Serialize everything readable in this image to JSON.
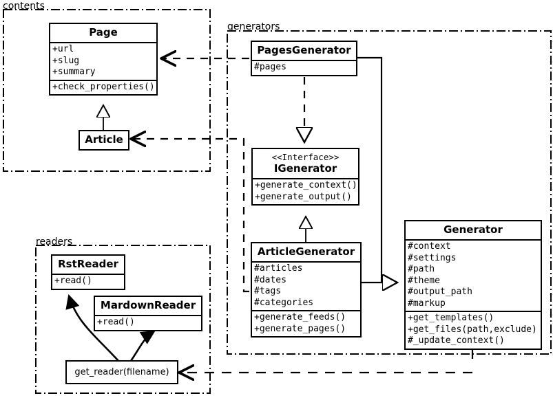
{
  "diagram": {
    "type": "uml-class-diagram",
    "packages": [
      {
        "id": "contents",
        "label": "contents"
      },
      {
        "id": "generators",
        "label": "generators"
      },
      {
        "id": "readers",
        "label": "readers"
      }
    ],
    "classes": {
      "page": {
        "name": "Page",
        "attributes": [
          "+url",
          "+slug",
          "+summary"
        ],
        "methods": [
          "+check_properties()"
        ]
      },
      "article": {
        "name": "Article",
        "attributes": [],
        "methods": []
      },
      "pages_generator": {
        "name": "PagesGenerator",
        "attributes": [
          "#pages"
        ],
        "methods": []
      },
      "igenerator": {
        "stereotype": "<<Interface>>",
        "name": "IGenerator",
        "attributes": [],
        "methods": [
          "+generate_context()",
          "+generate_output()"
        ]
      },
      "article_generator": {
        "name": "ArticleGenerator",
        "attributes": [
          "#articles",
          "#dates",
          "#tags",
          "#categories"
        ],
        "methods": [
          "+generate_feeds()",
          "+generate_pages()"
        ]
      },
      "generator": {
        "name": "Generator",
        "attributes": [
          "#context",
          "#settings",
          "#path",
          "#theme",
          "#output_path",
          "#markup"
        ],
        "methods": [
          "+get_templates()",
          "+get_files(path,exclude)",
          "#_update_context()"
        ]
      },
      "rst_reader": {
        "name": "RstReader",
        "attributes": [],
        "methods": [
          "+read()"
        ]
      },
      "mardown_reader": {
        "name": "MardownReader",
        "attributes": [],
        "methods": [
          "+read()"
        ]
      },
      "get_reader": {
        "name": "get_reader(filename)"
      }
    },
    "colors": {
      "stroke": "#000000",
      "fill": "#ffffff"
    }
  }
}
